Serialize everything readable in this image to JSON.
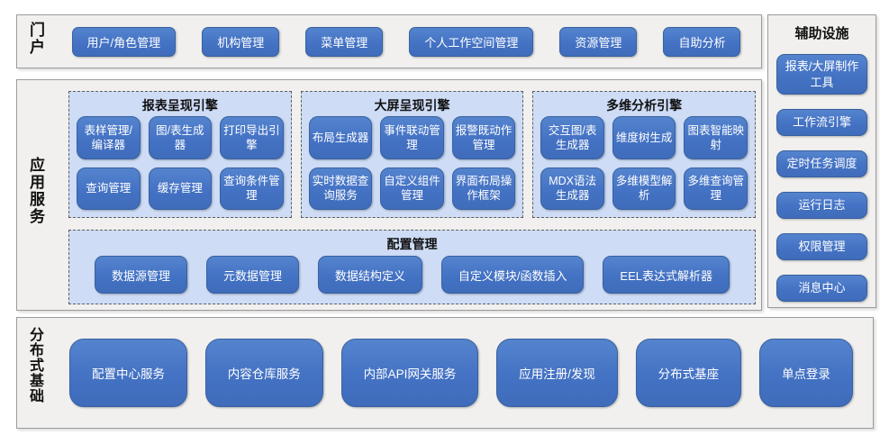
{
  "colors": {
    "accent": "#4472c4",
    "accent_border": "#38619f",
    "panel_fill": "#cedcf6",
    "section_fill": "#f1f0ee",
    "section_border": "#9b9b9b",
    "button_text": "#ffffff",
    "title_text": "#111111"
  },
  "portal": {
    "label": "门户",
    "buttons": [
      "用户/角色管理",
      "机构管理",
      "菜单管理",
      "个人工作空间管理",
      "资源管理",
      "自助分析"
    ]
  },
  "app_services": {
    "label": "应用服务",
    "engines": [
      {
        "title": "报表呈现引擎",
        "buttons": [
          "表样管理/编译器",
          "图/表生成器",
          "打印导出引擎",
          "查询管理",
          "缓存管理",
          "查询条件管理"
        ]
      },
      {
        "title": "大屏呈现引擎",
        "buttons": [
          "布局生成器",
          "事件联动管理",
          "报警既动作管理",
          "实时数据查询服务",
          "自定义组件管理",
          "界面布局操作框架"
        ]
      },
      {
        "title": "多维分析引擎",
        "buttons": [
          "交互图/表生成器",
          "维度树生成",
          "图表智能映射",
          "MDX语法生成器",
          "多维模型解析",
          "多维查询管理"
        ]
      }
    ],
    "config": {
      "title": "配置管理",
      "buttons": [
        "数据源管理",
        "元数据管理",
        "数据结构定义",
        "自定义模块/函数插入",
        "EEL表达式解析器"
      ]
    }
  },
  "aux": {
    "title": "辅助设施",
    "buttons": [
      "报表/大屏制作工具",
      "工作流引擎",
      "定时任务调度",
      "运行日志",
      "权限管理",
      "消息中心"
    ]
  },
  "infra": {
    "label": "分布式基础",
    "buttons": [
      "配置中心服务",
      "内容仓库服务",
      "内部API网关服务",
      "应用注册/发现",
      "分布式基座",
      "单点登录"
    ]
  }
}
